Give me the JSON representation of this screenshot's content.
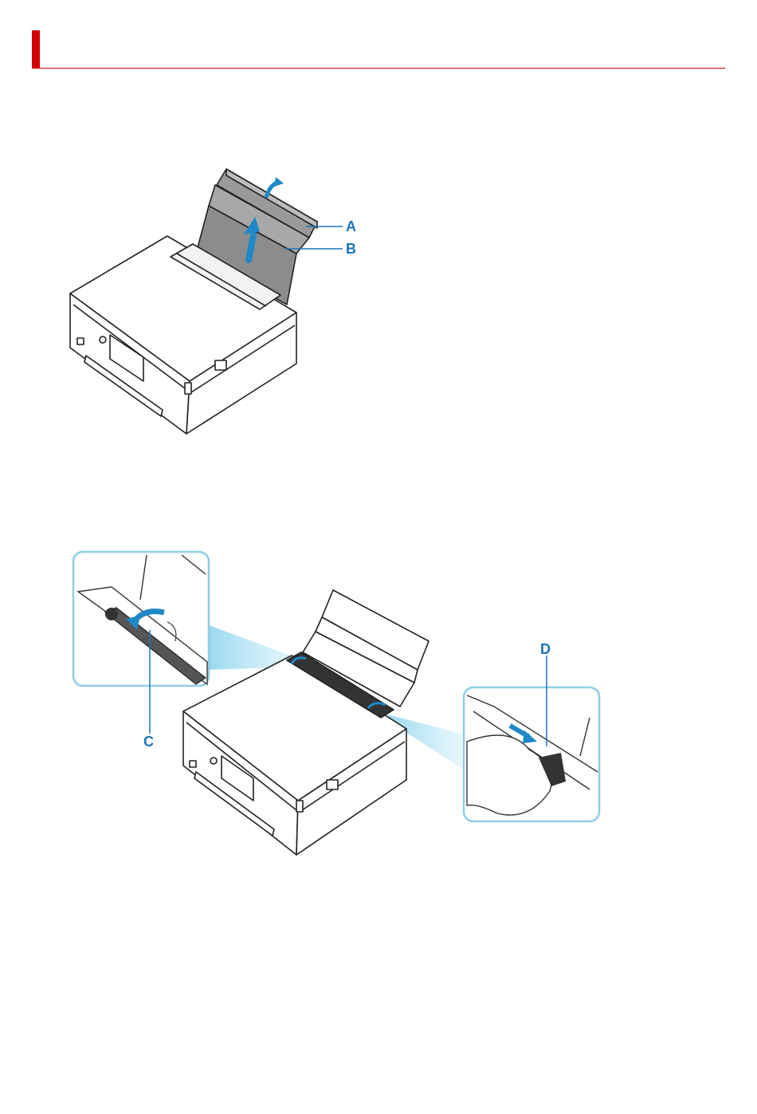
{
  "figure1": {
    "callout_a": "A",
    "callout_b": "B"
  },
  "figure2": {
    "callout_c": "C",
    "callout_d": "D"
  },
  "colors": {
    "accent_red": "#d40000",
    "callout_blue": "#1b76b8",
    "inset_border": "#8fcde8",
    "arrow_blue": "#1e88c8"
  }
}
